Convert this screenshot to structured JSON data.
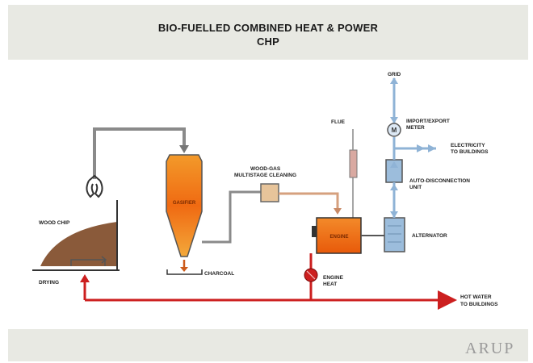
{
  "title": {
    "line1": "BIO-FUELLED COMBINED HEAT & POWER",
    "line2": "CHP"
  },
  "labels": {
    "wood_chip": "WOOD CHIP",
    "drying": "DRYING",
    "gasifier": "GASIFIER",
    "charcoal": "CHARCOAL",
    "wood_gas_1": "WOOD-GAS",
    "wood_gas_2": "MULTISTAGE CLEANING",
    "flue": "FLUE",
    "engine": "ENGINE",
    "engine_heat_1": "ENGINE",
    "engine_heat_2": "HEAT",
    "grid": "GRID",
    "meter_1": "IMPORT/EXPORT",
    "meter_2": "METER",
    "electricity_1": "ELECTRICITY",
    "electricity_2": "TO BUILDINGS",
    "auto_1": "AUTO-DISCONNECTION",
    "auto_2": "UNIT",
    "alternator": "ALTERNATOR",
    "hot_water_1": "HOT WATER",
    "hot_water_2": "TO BUILDINGS"
  },
  "logo": "ARUP",
  "colors": {
    "band": "#e8e9e3",
    "hot_water": "#cc1f1f",
    "gasifier_fill": "#f07a1a",
    "engine_fill": "#f06a10",
    "wood_chip": "#8a5a3a",
    "electrical": "#8fb3d6"
  }
}
